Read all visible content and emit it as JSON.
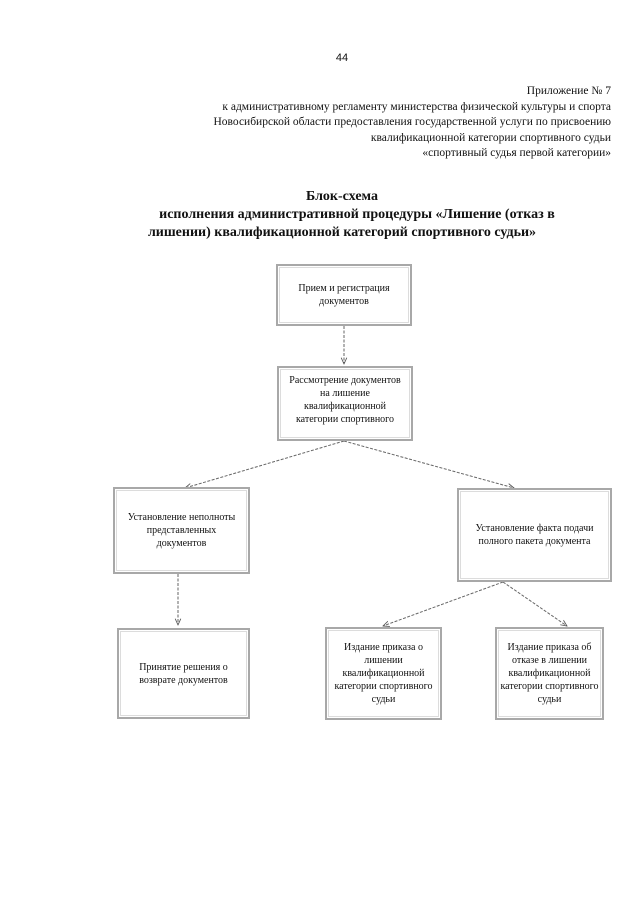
{
  "page": {
    "number": "44"
  },
  "appendix": {
    "lines": [
      "Приложение № 7",
      "к административному регламенту министерства физической культуры и спорта",
      "Новосибирской области предоставления государственной услуги по присвоению",
      "квалификационной категории спортивного судьи",
      "«спортивный судья первой категории»"
    ]
  },
  "title": {
    "lines": [
      "Блок-схема",
      "исполнения административной процедуры «Лишение (отказ в",
      "лишении) квалификационной категорий спортивного судьи»"
    ]
  },
  "flowchart": {
    "nodes": {
      "reception": "Прием и регистрация документов",
      "review": "Рассмотрение документов на лишение квалификационной категории спортивного",
      "incomplete": "Установление неполноты представленных документов",
      "complete": "Установление факта подачи полного пакета документа",
      "return_decision": "Принятие решения о возврате документов",
      "deprivation_order": "Издание приказа о лишении квалификационной категории спортивного судьи",
      "refusal_order": "Издание приказа об отказе в лишении квалификационной категории спортивного судьи"
    }
  }
}
